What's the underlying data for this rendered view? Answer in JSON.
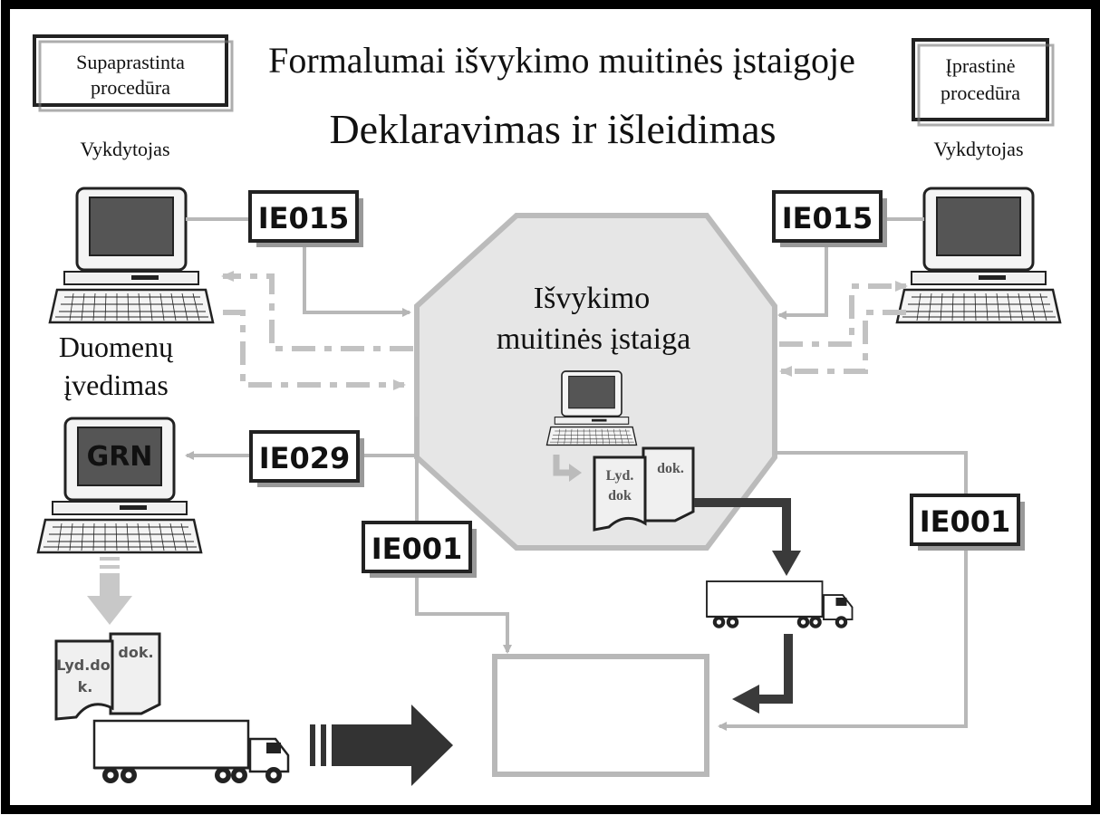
{
  "header": {
    "title_line1": "Formalumai išvykimo muitinės įstaigoje",
    "title_line2": "Deklaravimas ir išleidimas"
  },
  "left_panel": {
    "procedure_box_line1": "Supaprastinta",
    "procedure_box_line2": "procedūra",
    "executor_label": "Vykdytojas",
    "data_entry_line1": "Duomenų",
    "data_entry_line2": "įvedimas",
    "grn_screen_label": "GRN"
  },
  "right_panel": {
    "procedure_box_line1": "Įprastinė",
    "procedure_box_line2": "procedūra",
    "executor_label": "Vykdytojas"
  },
  "center_office": {
    "label_line1": "Išvykimo",
    "label_line2": "muitinės įstaiga",
    "doc_front_line1": "Lyd.",
    "doc_front_line2": "dok",
    "doc_back_label": "dok."
  },
  "messages": {
    "ie015_left": "IE015",
    "ie015_right": "IE015",
    "ie029": "IE029",
    "ie001_center": "IE001",
    "ie001_right": "IE001"
  },
  "bottom_left_docs": {
    "doc_front_line1": "Lyd.do",
    "doc_front_line2": "k.",
    "doc_back_label": "dok."
  },
  "colors": {
    "frame": "#000000",
    "light_gray": "#bdbdbd",
    "mid_gray": "#9a9a9a",
    "dark_gray": "#3a3a3a",
    "octagon_fill": "#e6e6e6"
  }
}
